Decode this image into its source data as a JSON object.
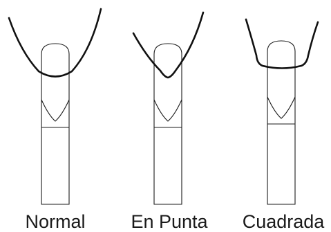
{
  "captions": {
    "normal": "Normal",
    "en_punta": "En Punta",
    "cuadrada": "Cuadrada"
  }
}
